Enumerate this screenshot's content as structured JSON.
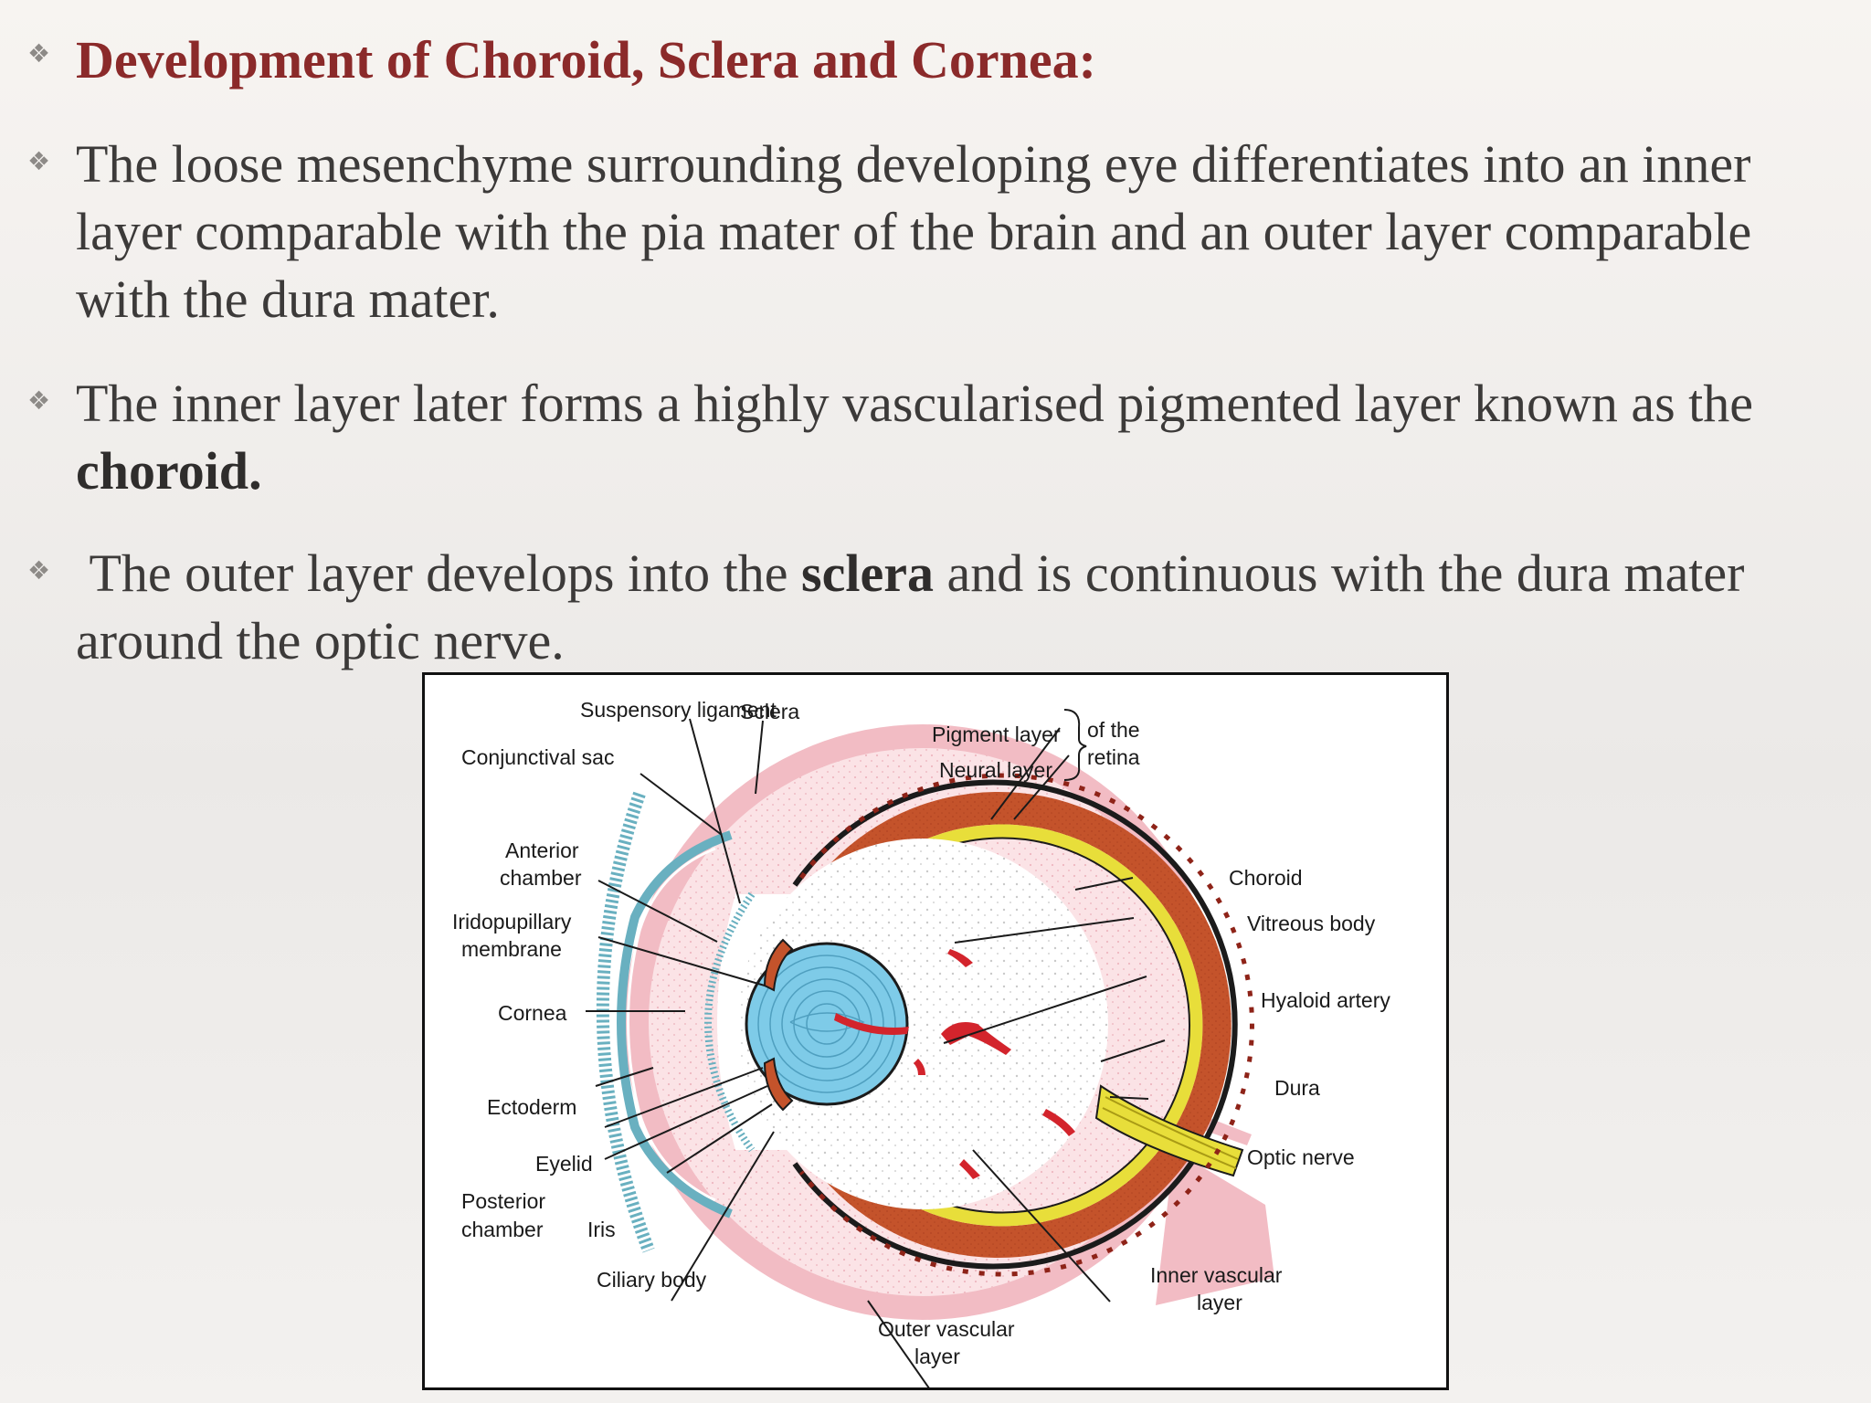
{
  "slide": {
    "title": "Development of Choroid, Sclera and Cornea:",
    "p1": "The loose mesenchyme surrounding developing eye differentiates into an inner layer comparable with the pia mater of the brain and an outer layer comparable with the dura mater.",
    "p2_pre": "The inner layer later forms a highly vascularised pigmented layer known as the ",
    "p2_bold": "choroid.",
    "p3_pre": "The outer layer develops into the ",
    "p3_bold": "sclera",
    "p3_post": " and is continuous with the dura mater around the optic nerve.",
    "bullet_glyph": "❖"
  },
  "diagram": {
    "labels": {
      "suspensory_ligament": "Suspensory ligament",
      "sclera": "Sclera",
      "conjunctival_sac": "Conjunctival sac",
      "pigment_layer": "Pigment layer",
      "neural_layer": "Neural layer",
      "of_the": "of the",
      "retina": "retina",
      "anterior_1": "Anterior",
      "anterior_2": "chamber",
      "irido_1": "Iridopupillary",
      "irido_2": "membrane",
      "cornea": "Cornea",
      "ectoderm": "Ectoderm",
      "eyelid": "Eyelid",
      "posterior_1": "Posterior",
      "posterior_2": "chamber",
      "iris": "Iris",
      "ciliary_body": "Ciliary body",
      "outer_vascular_1": "Outer vascular",
      "outer_vascular_2": "layer",
      "inner_vascular_1": "Inner vascular",
      "inner_vascular_2": "layer",
      "choroid": "Choroid",
      "vitreous_body": "Vitreous body",
      "hyaloid_artery": "Hyaloid artery",
      "dura": "Dura",
      "optic_nerve": "Optic nerve"
    },
    "colors": {
      "title": "#8b2a2a",
      "outer_mesenchyme": "#f2bcc4",
      "mesenchyme_light": "#fbe3e6",
      "retina_pigment": "#c4532b",
      "neural_yellow": "#e8de3a",
      "lens": "#7ecbe8",
      "ectoderm": "#69b0c0",
      "vessels": "#d3242c"
    }
  }
}
